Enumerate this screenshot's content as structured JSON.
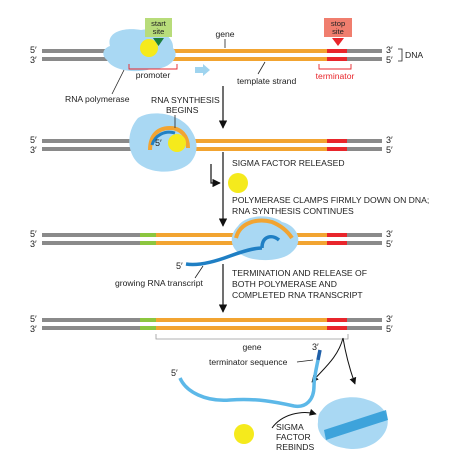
{
  "labels": {
    "start_site_1": "start",
    "start_site_2": "site",
    "stop_site_1": "stop",
    "stop_site_2": "site",
    "gene_top": "gene",
    "dna": "DNA",
    "promoter": "promoter",
    "template_strand": "template strand",
    "terminator": "terminator",
    "rna_polymerase": "RNA polymerase",
    "rna_synthesis_1": "RNA SYNTHESIS",
    "rna_synthesis_2": "BEGINS",
    "sigma_released": "SIGMA FACTOR RELEASED",
    "clamps_1": "POLYMERASE CLAMPS FIRMLY DOWN ON DNA;",
    "clamps_2": "RNA SYNTHESIS CONTINUES",
    "growing_rna": "growing RNA transcript",
    "termination_1": "TERMINATION AND RELEASE OF",
    "termination_2": "BOTH POLYMERASE AND",
    "termination_3": "COMPLETED RNA TRANSCRIPT",
    "gene_bottom": "gene",
    "terminator_sequence": "terminator sequence",
    "sigma_rebinds_1": "SIGMA",
    "sigma_rebinds_2": "FACTOR",
    "sigma_rebinds_3": "REBINDS",
    "five_prime": "5′",
    "three_prime": "3′"
  },
  "colors": {
    "dna_gray": "#8a8a8a",
    "gene_orange": "#f2a431",
    "promoter_green": "#8cc63f",
    "terminator_red": "#e8252b",
    "polymerase_blue": "#a9d8f3",
    "rna_blue": "#1f7fc4",
    "sigma_yellow": "#f5ea1c",
    "start_box": "#b8dc7a",
    "stop_box": "#f07e6e"
  }
}
